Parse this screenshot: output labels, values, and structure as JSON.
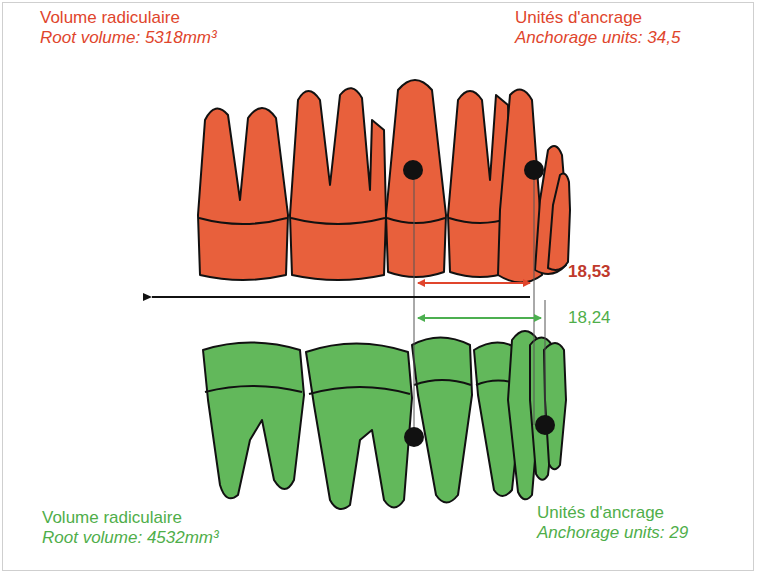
{
  "diagram": {
    "labels": [
      "Volume radiculaire",
      "Root volume: 5318mm³",
      "Unités d'ancrage",
      "Anchorage units: 34,5",
      "18,53",
      "18,24",
      "Volume radiculaire",
      "Root volume: 4532mm³",
      "Unités d'ancrage",
      "Anchorage units: 29"
    ]
  }
}
